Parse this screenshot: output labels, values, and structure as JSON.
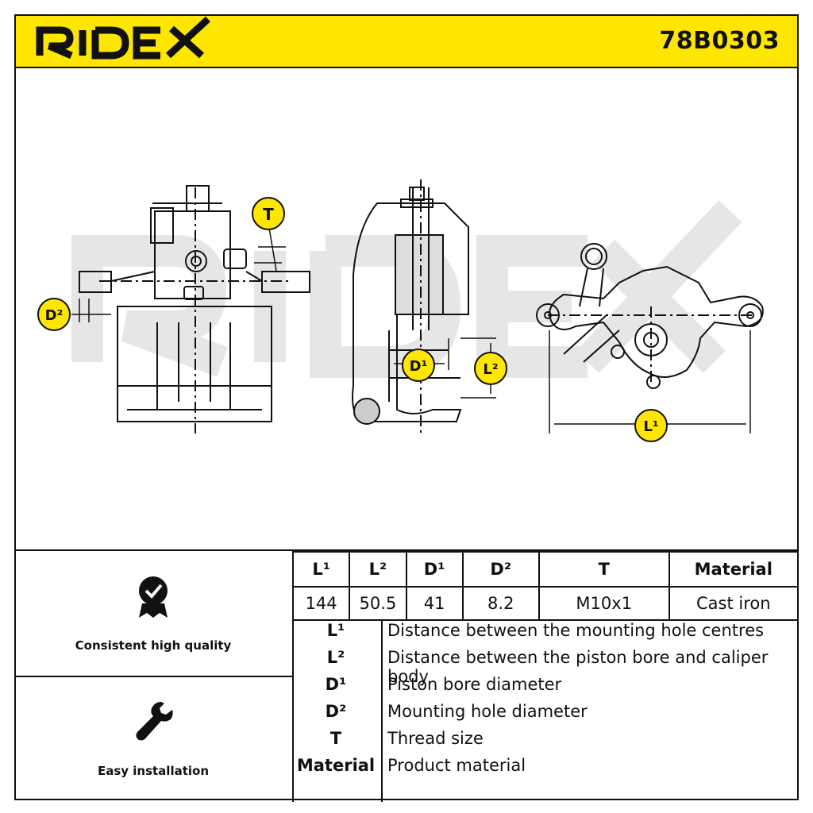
{
  "brand": "RIDEX",
  "part_number": "78B0303",
  "watermark": "RIDEX",
  "drawing_labels": {
    "T": "T",
    "D2": "D²",
    "D1": "D¹",
    "L2": "L²",
    "L1": "L¹"
  },
  "features": [
    {
      "label": "Consistent high quality",
      "icon": "check-badge-icon"
    },
    {
      "label": "Easy installation",
      "icon": "wrench-icon"
    }
  ],
  "spec_table": {
    "headers": [
      "L¹",
      "L²",
      "D¹",
      "D²",
      "T",
      "Material"
    ],
    "values": [
      "144",
      "50.5",
      "41",
      "8.2",
      "M10x1",
      "Cast iron"
    ]
  },
  "legend": [
    {
      "symbol": "L¹",
      "description": "Distance between the mounting hole centres"
    },
    {
      "symbol": "L²",
      "description": "Distance between the piston bore and caliper body"
    },
    {
      "symbol": "D¹",
      "description": "Piston bore diameter"
    },
    {
      "symbol": "D²",
      "description": "Mounting hole diameter"
    },
    {
      "symbol": "T",
      "description": "Thread size"
    },
    {
      "symbol": "Material",
      "description": "Product material"
    }
  ],
  "colors": {
    "accent": "#ffe600",
    "ink": "#111111",
    "watermark": "#e6e6e6"
  }
}
